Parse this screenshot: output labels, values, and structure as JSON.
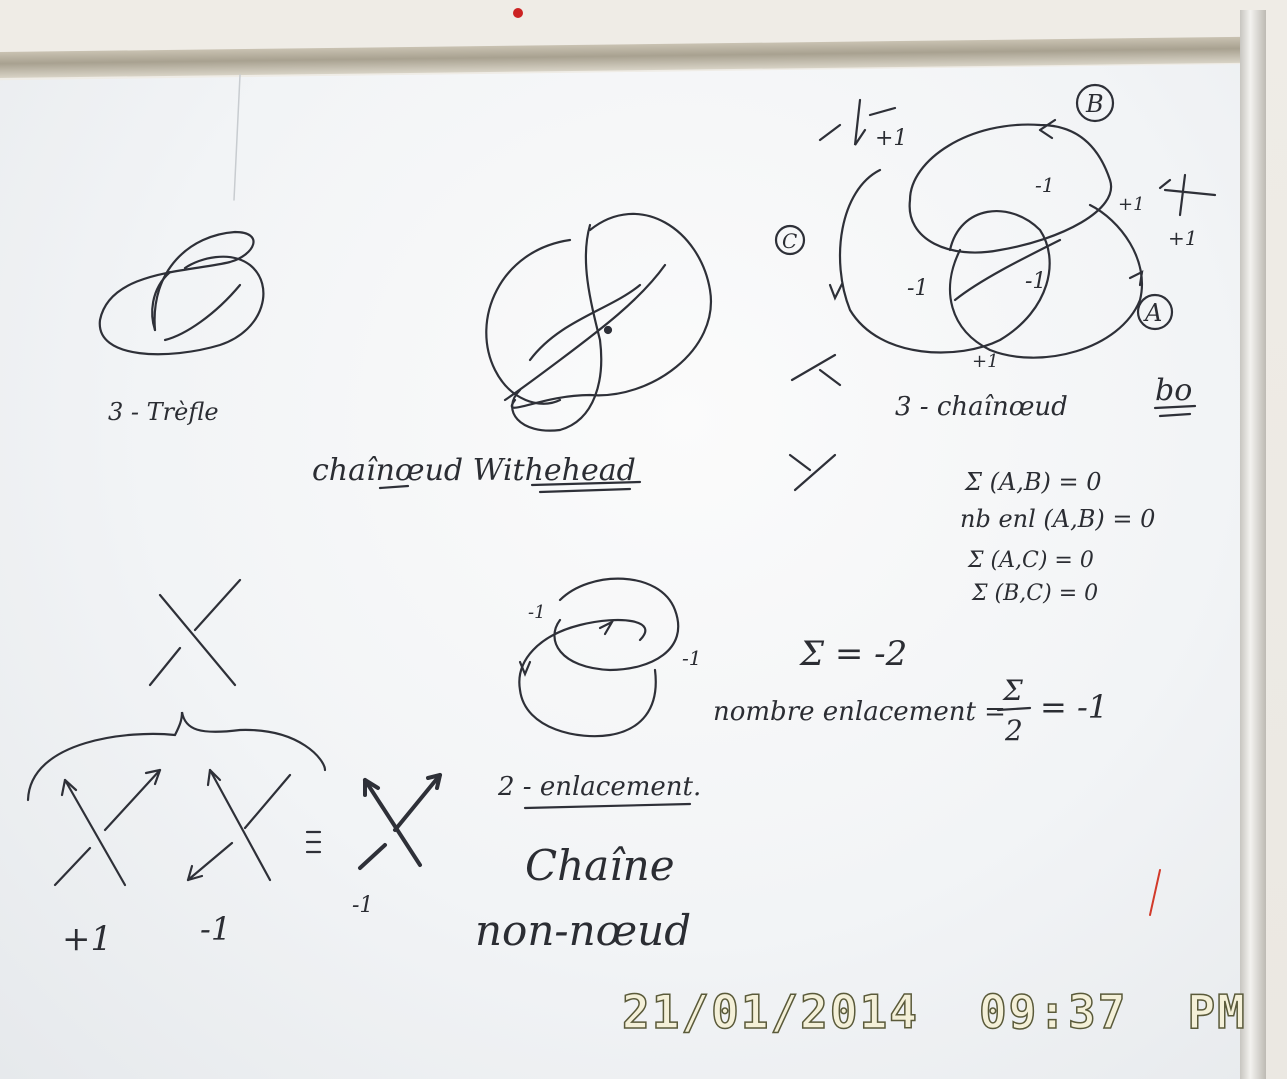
{
  "photo": {
    "timestamp": {
      "date": "21/01/2014",
      "time": "09:37",
      "ampm": "PM"
    }
  },
  "whiteboard": {
    "labels": {
      "trefoil": "3 - Trèfle",
      "whitehead": "chaînœud Withehead",
      "three_link": "3 - chaînœud",
      "bo": "bo",
      "A": "A",
      "B": "B",
      "C": "C",
      "plus_one": "+1",
      "minus_one": "-1",
      "two_link": "2 - enlacement.",
      "chaine": "Chaîne",
      "non_noeud": "non-nœud"
    },
    "equations": {
      "e1": "Σ (A,B) = 0",
      "e2": "nb enl (A,B) = 0",
      "e3": "Σ (A,C) = 0",
      "e4": "Σ (B,C) = 0",
      "sigma": "Σ = -2",
      "nombre": "nombre enlacement =",
      "frac_num": "Σ",
      "frac_den": "2",
      "frac_res": "= -1"
    }
  }
}
